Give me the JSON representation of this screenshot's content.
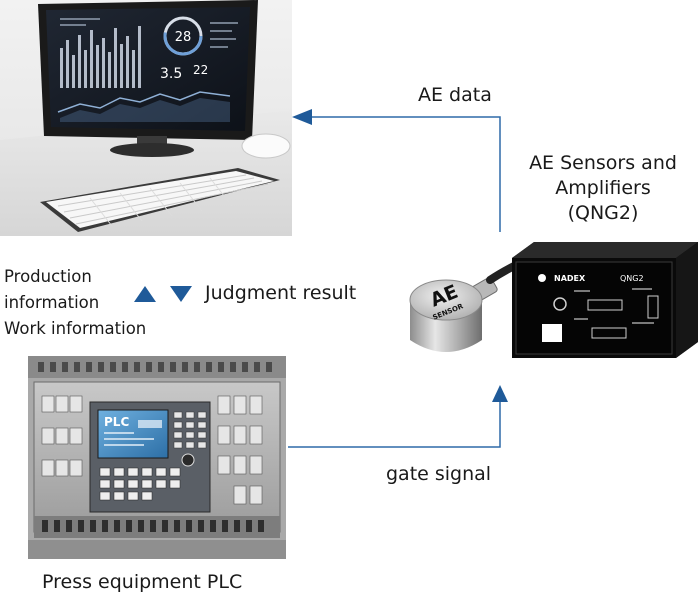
{
  "labels": {
    "ae_data": "AE data",
    "ae_sensors_line1": "AE Sensors and",
    "ae_sensors_line2": "Amplifiers",
    "ae_sensors_line3": "(QNG2)",
    "production_line1": "Production",
    "production_line2": "information",
    "production_line3": "Work information",
    "judgment_result": "Judgment result",
    "gate_signal": "gate signal",
    "press_plc": "Press equipment PLC"
  },
  "sensor": {
    "brand": "AE",
    "sub": "SENSOR"
  },
  "amplifier": {
    "brand": "NADEX",
    "model": "QNG2"
  },
  "plc": {
    "screen_text": "PLC"
  },
  "monitor": {
    "gauge_text": "28",
    "readout_a": "3.5",
    "readout_b": "22"
  },
  "colors": {
    "arrow": "#1f5a99",
    "line": "#2f6aa8",
    "text": "#1a1a1a"
  }
}
